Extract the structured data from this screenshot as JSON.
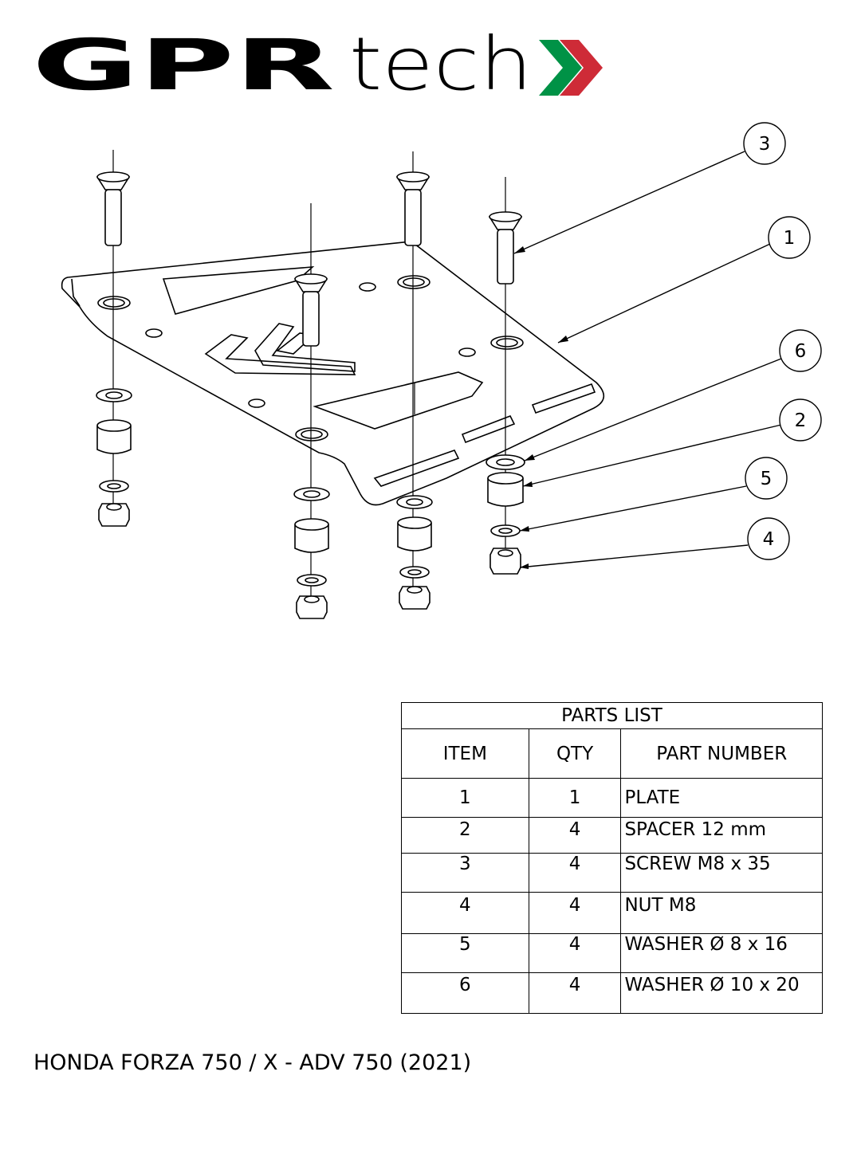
{
  "brand": {
    "logo_prefix": "GPR",
    "logo_suffix": "tech",
    "green": "#009246",
    "red": "#ce2b37"
  },
  "callouts": [
    "1",
    "2",
    "3",
    "4",
    "5",
    "6"
  ],
  "parts_list": {
    "title": "PARTS LIST",
    "headers": [
      "ITEM",
      "QTY",
      "PART NUMBER"
    ],
    "rows": [
      {
        "item": "1",
        "qty": "1",
        "part": "PLATE"
      },
      {
        "item": "2",
        "qty": "4",
        "part": "SPACER 12 mm"
      },
      {
        "item": "3",
        "qty": "4",
        "part": "SCREW M8 x 35"
      },
      {
        "item": "4",
        "qty": "4",
        "part": "NUT M8"
      },
      {
        "item": "5",
        "qty": "4",
        "part": "WASHER Ø 8 x 16"
      },
      {
        "item": "6",
        "qty": "4",
        "part": "WASHER Ø 10 x 20"
      }
    ]
  },
  "footer": {
    "model": "HONDA FORZA 750 / X - ADV 750 (2021)"
  }
}
